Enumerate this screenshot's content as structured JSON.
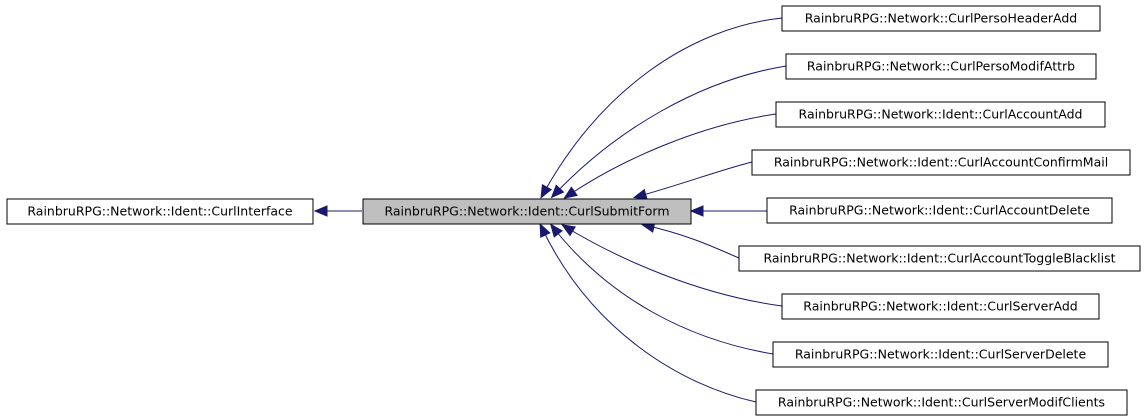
{
  "colors": {
    "edge": "#191970",
    "node_border": "#000000",
    "node_fill": "#ffffff",
    "focus_fill": "#bfbfbf",
    "text": "#000000"
  },
  "diagram": {
    "base": {
      "label": "RainbruRPG::Network::Ident::CurlInterface"
    },
    "focus": {
      "label": "RainbruRPG::Network::Ident::CurlSubmitForm"
    },
    "derived": [
      {
        "label": "RainbruRPG::Network::CurlPersoHeaderAdd"
      },
      {
        "label": "RainbruRPG::Network::CurlPersoModifAttrb"
      },
      {
        "label": "RainbruRPG::Network::Ident::CurlAccountAdd"
      },
      {
        "label": "RainbruRPG::Network::Ident::CurlAccountConfirmMail"
      },
      {
        "label": "RainbruRPG::Network::Ident::CurlAccountDelete"
      },
      {
        "label": "RainbruRPG::Network::Ident::CurlAccountToggleBlacklist"
      },
      {
        "label": "RainbruRPG::Network::Ident::CurlServerAdd"
      },
      {
        "label": "RainbruRPG::Network::Ident::CurlServerDelete"
      },
      {
        "label": "RainbruRPG::Network::Ident::CurlServerModifClients"
      }
    ]
  }
}
